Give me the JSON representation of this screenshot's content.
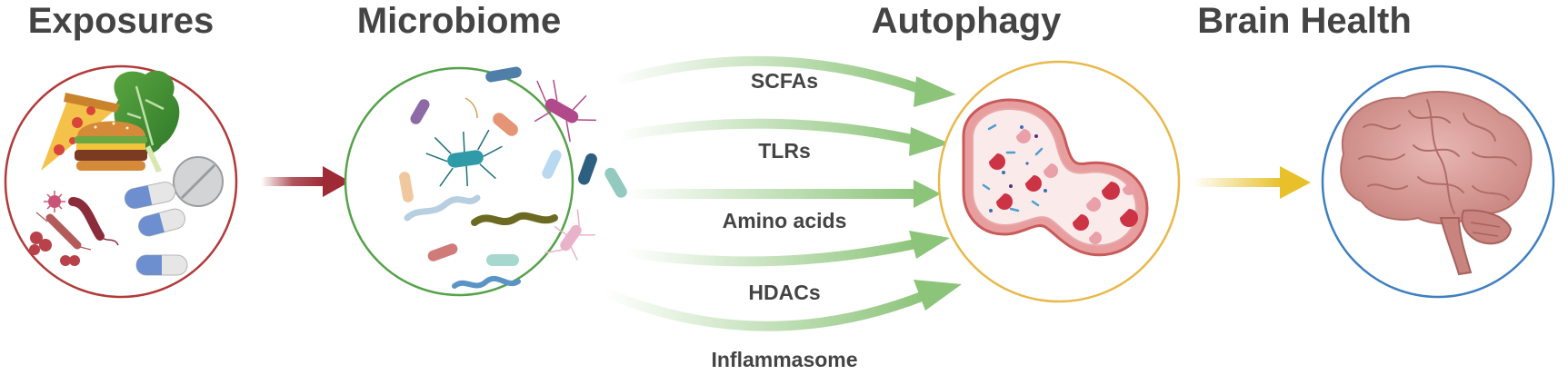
{
  "stages": [
    {
      "title": "Exposures",
      "color": "#b23a3a"
    },
    {
      "title": "Microbiome",
      "color": "#55a24a"
    },
    {
      "title": "Autophagy",
      "color": "#e8b84a"
    },
    {
      "title": "Brain Health",
      "color": "#3f7fc0"
    }
  ],
  "mechanisms": [
    "SCFAs",
    "TLRs",
    "Amino acids",
    "HDACs",
    "Inflammasome"
  ],
  "colors": {
    "exposure_arrow": "#9e2a35",
    "mechanism_arrow": "#8cc47a",
    "brain_arrow": "#e8c12a",
    "title_text": "#444444"
  },
  "icons": [
    "pizza-icon",
    "burger-icon",
    "lettuce-icon",
    "pill-icon",
    "capsule-icon",
    "bacteria-icon",
    "autophagosome-icon",
    "brain-icon"
  ]
}
